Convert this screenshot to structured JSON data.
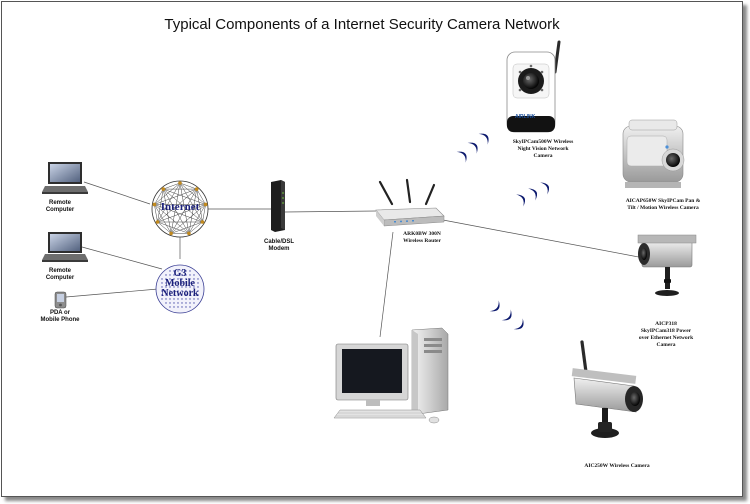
{
  "title": "Typical Components of a Internet Security Camera Network",
  "clouds": {
    "internet": "Internet",
    "g3_line1": "G3",
    "g3_line2": "Mobile",
    "g3_line3": "Network"
  },
  "labels": {
    "remote1_l1": "Remote",
    "remote1_l2": "Computer",
    "remote2_l1": "Remote",
    "remote2_l2": "Computer",
    "pda_l1": "PDA or",
    "pda_l2": "Mobile Phone",
    "modem_l1": "Cable/DSL",
    "modem_l2": "Modem",
    "router_l1": "ARK0BW 300N",
    "router_l2": "Wireless Router",
    "cam_night_l1": "SkyIPCam500W Wireless",
    "cam_night_l2": "Night Vision Network",
    "cam_night_l3": "Camera",
    "cam_ptz_l1": "AICAP650W SkyIPCam Pan &",
    "cam_ptz_l2": "Tilt / Motion Wireless Camera",
    "cam_poe_l1": "AICP318",
    "cam_poe_l2": "SkyIPCam318 Power",
    "cam_poe_l3": "over Ethernet Network",
    "cam_poe_l4": "Camera",
    "cam_wireless": "AIC250W Wireless Camera"
  },
  "colors": {
    "wave": "#0d1a6e",
    "link": "#555555",
    "cloud_ink": "#1a1f7a"
  },
  "icons": [
    "laptop-icon",
    "pda-icon",
    "modem-icon",
    "router-icon",
    "desktop-computer-icon",
    "ip-camera-icon",
    "ptz-camera-icon",
    "wireless-wave-icon"
  ]
}
